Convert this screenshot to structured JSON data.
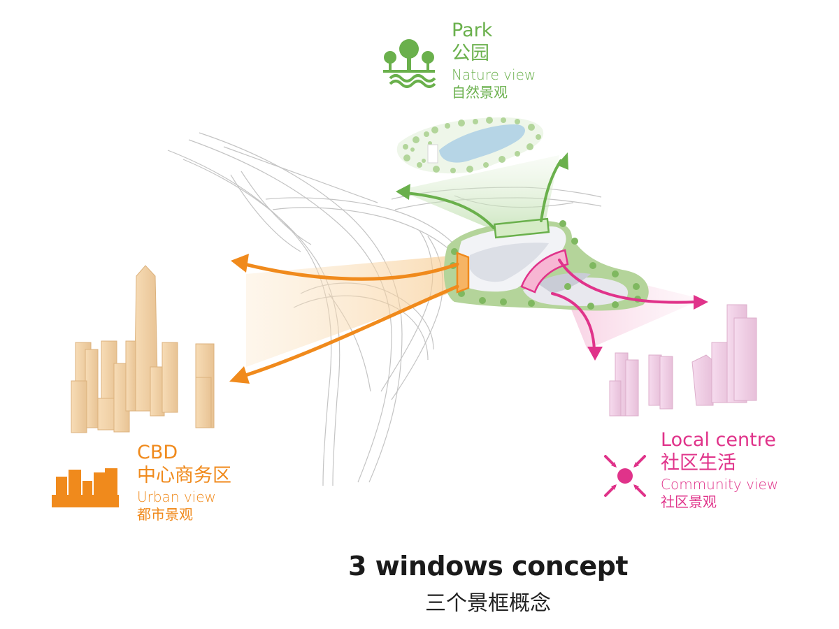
{
  "colors": {
    "park": "#6ab04c",
    "cbd": "#f08a1c",
    "local": "#e0338a",
    "roads": "#b8b8b8",
    "text_dark": "#1a1a1a"
  },
  "park": {
    "title_en": "Park",
    "title_zh": "公园",
    "subtitle_en": "Nature view",
    "subtitle_zh": "自然景观",
    "icon": "park-trees-icon"
  },
  "cbd": {
    "title_en": "CBD",
    "title_zh": "中心商务区",
    "subtitle_en": "Urban view",
    "subtitle_zh": "都市景观",
    "icon": "city-buildings-icon"
  },
  "local": {
    "title_en": "Local centre",
    "title_zh": "社区生活",
    "subtitle_en": "Community view",
    "subtitle_zh": "社区景观",
    "icon": "converging-arrows-icon"
  },
  "footer": {
    "title": "3 windows concept",
    "subtitle": "三个景框概念"
  }
}
